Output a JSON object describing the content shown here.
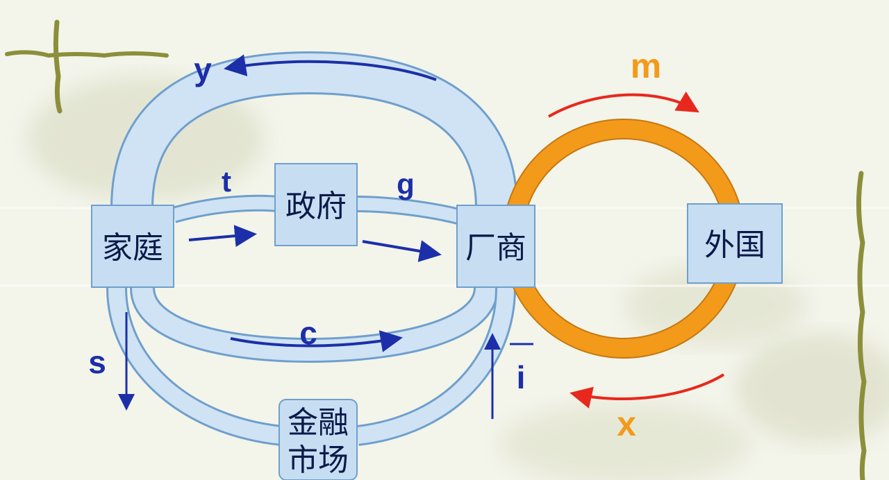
{
  "nodes": {
    "household": "家庭",
    "government": "政府",
    "firm": "厂商",
    "foreign": "外国",
    "financial_market_line1": "金融",
    "financial_market_line2": "市场"
  },
  "flows": {
    "y": "y",
    "t": "t",
    "g": "g",
    "c": "c",
    "s": "s",
    "i": "i",
    "m": "m",
    "x": "x"
  },
  "colors": {
    "pipe_fill": "#cfe3f4",
    "pipe_stroke": "#6f9fcc",
    "box_fill": "#c7def2",
    "arrow_blue": "#1c2fa8",
    "arrow_red": "#e8281c",
    "ring_orange": "#f39a1b"
  },
  "icons": {
    "background": "bamboo-and-ink-wash-decoration"
  }
}
